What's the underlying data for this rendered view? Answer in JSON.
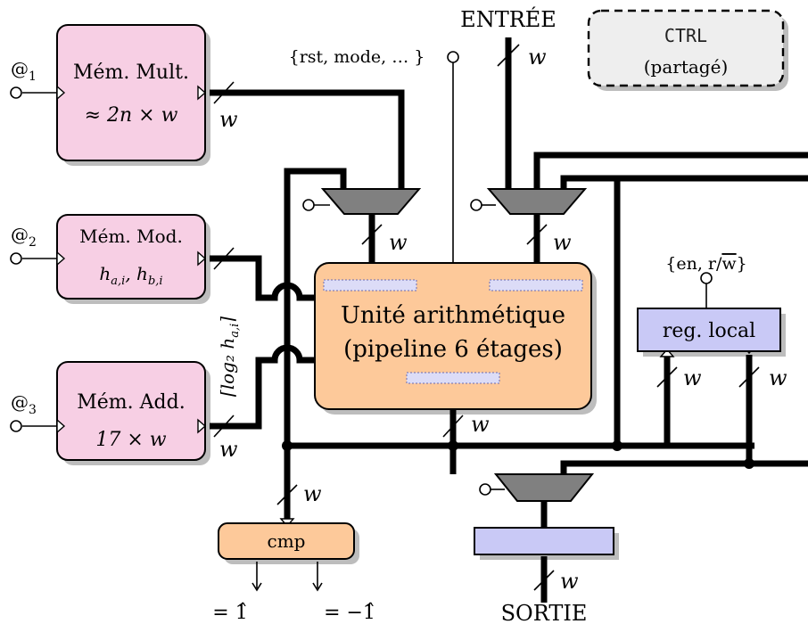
{
  "memories": {
    "mult": {
      "port": "@",
      "port_index": "1",
      "line1": "Mém. Mult.",
      "line2": "≈ 2n × w"
    },
    "mod": {
      "port": "@",
      "port_index": "2",
      "line1": "Mém. Mod.",
      "line2": "h",
      "line2_sub1": "a,i",
      "line2_mid": ", h",
      "line2_sub2": "b,i"
    },
    "add": {
      "port": "@",
      "port_index": "3",
      "line1": "Mém. Add.",
      "line2": "17 × w"
    }
  },
  "signals": {
    "entree": "ENTRÉE",
    "sortie": "SORTIE",
    "ctrl_bus": "{rst, mode, … }",
    "reg_ctrl": "{en, r/w}",
    "reg_ctrl_prefix": "{en, r/",
    "reg_ctrl_overline": "w",
    "reg_ctrl_suffix": "}",
    "width": "w",
    "log_label": "⌈log₂ h",
    "log_label_sub": "a,i",
    "log_label_close": "⌉"
  },
  "ctrl_box": {
    "line1": "CTRL",
    "line2": "(partagé)"
  },
  "alu": {
    "line1": "Unité arithmétique",
    "line2": "(pipeline 6 étages)"
  },
  "reg_local": {
    "label": "reg. local"
  },
  "cmp": {
    "label": "cmp",
    "out_left": "= 1̂",
    "out_right": "= −1̂"
  },
  "colors": {
    "memory_fill": "#f7cfe4",
    "alu_fill": "#fdc99a",
    "reg_fill": "#c9c9f6",
    "mux_fill": "#808080",
    "ctrl_fill": "#eeeeee",
    "shadow": "#bdbdbd"
  }
}
